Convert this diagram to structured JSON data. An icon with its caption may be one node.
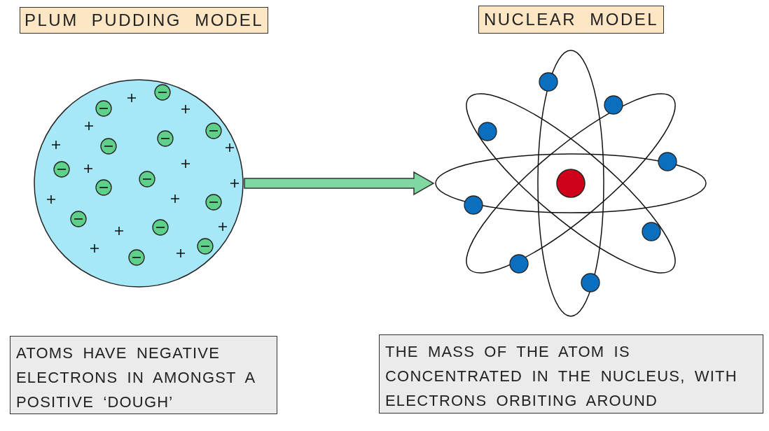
{
  "diagram": {
    "nodes": [
      {
        "text": [
          "PLUM PUDDING MODEL"
        ]
      },
      {
        "text": [
          "NUCLEAR MODEL"
        ]
      },
      {
        "text": [],
        "shape": "picture"
      },
      {
        "text": [],
        "shape": "picture"
      },
      {
        "text": [
          "ATOMS HAVE NEGATIVE ELECTRONS IN AMONGST A POSITIVE ‘DOUGH’"
        ]
      },
      {
        "text": [
          "THE MASS OF THE ATOM IS CONCENTRATED IN THE NUCLEUS, WITH ELECTRONS ORBITING AROUND"
        ]
      }
    ],
    "edges": [
      {
        "from": 2,
        "to": 3,
        "arrow": "to"
      }
    ]
  }
}
